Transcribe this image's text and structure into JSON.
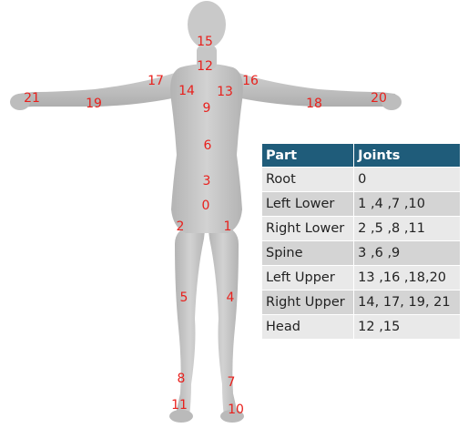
{
  "colors": {
    "joint_label": "#e8201c",
    "table_header": "#1f5c7a",
    "body": "#c4c4c4"
  },
  "joints": [
    "0",
    "1",
    "2",
    "3",
    "4",
    "5",
    "6",
    "7",
    "8",
    "9",
    "10",
    "11",
    "12",
    "13",
    "14",
    "15",
    "16",
    "17",
    "18",
    "19",
    "20",
    "21"
  ],
  "table": {
    "headers": [
      "Part",
      "Joints"
    ],
    "rows": [
      [
        "Root",
        "0"
      ],
      [
        "Left Lower",
        "1 ,4 ,7 ,10"
      ],
      [
        "Right Lower",
        "2 ,5 ,8 ,11"
      ],
      [
        "Spine",
        "3 ,6 ,9"
      ],
      [
        "Left Upper",
        "13 ,16 ,18,20"
      ],
      [
        "Right Upper",
        "14, 17, 19, 21"
      ],
      [
        "Head",
        "12 ,15"
      ]
    ]
  }
}
